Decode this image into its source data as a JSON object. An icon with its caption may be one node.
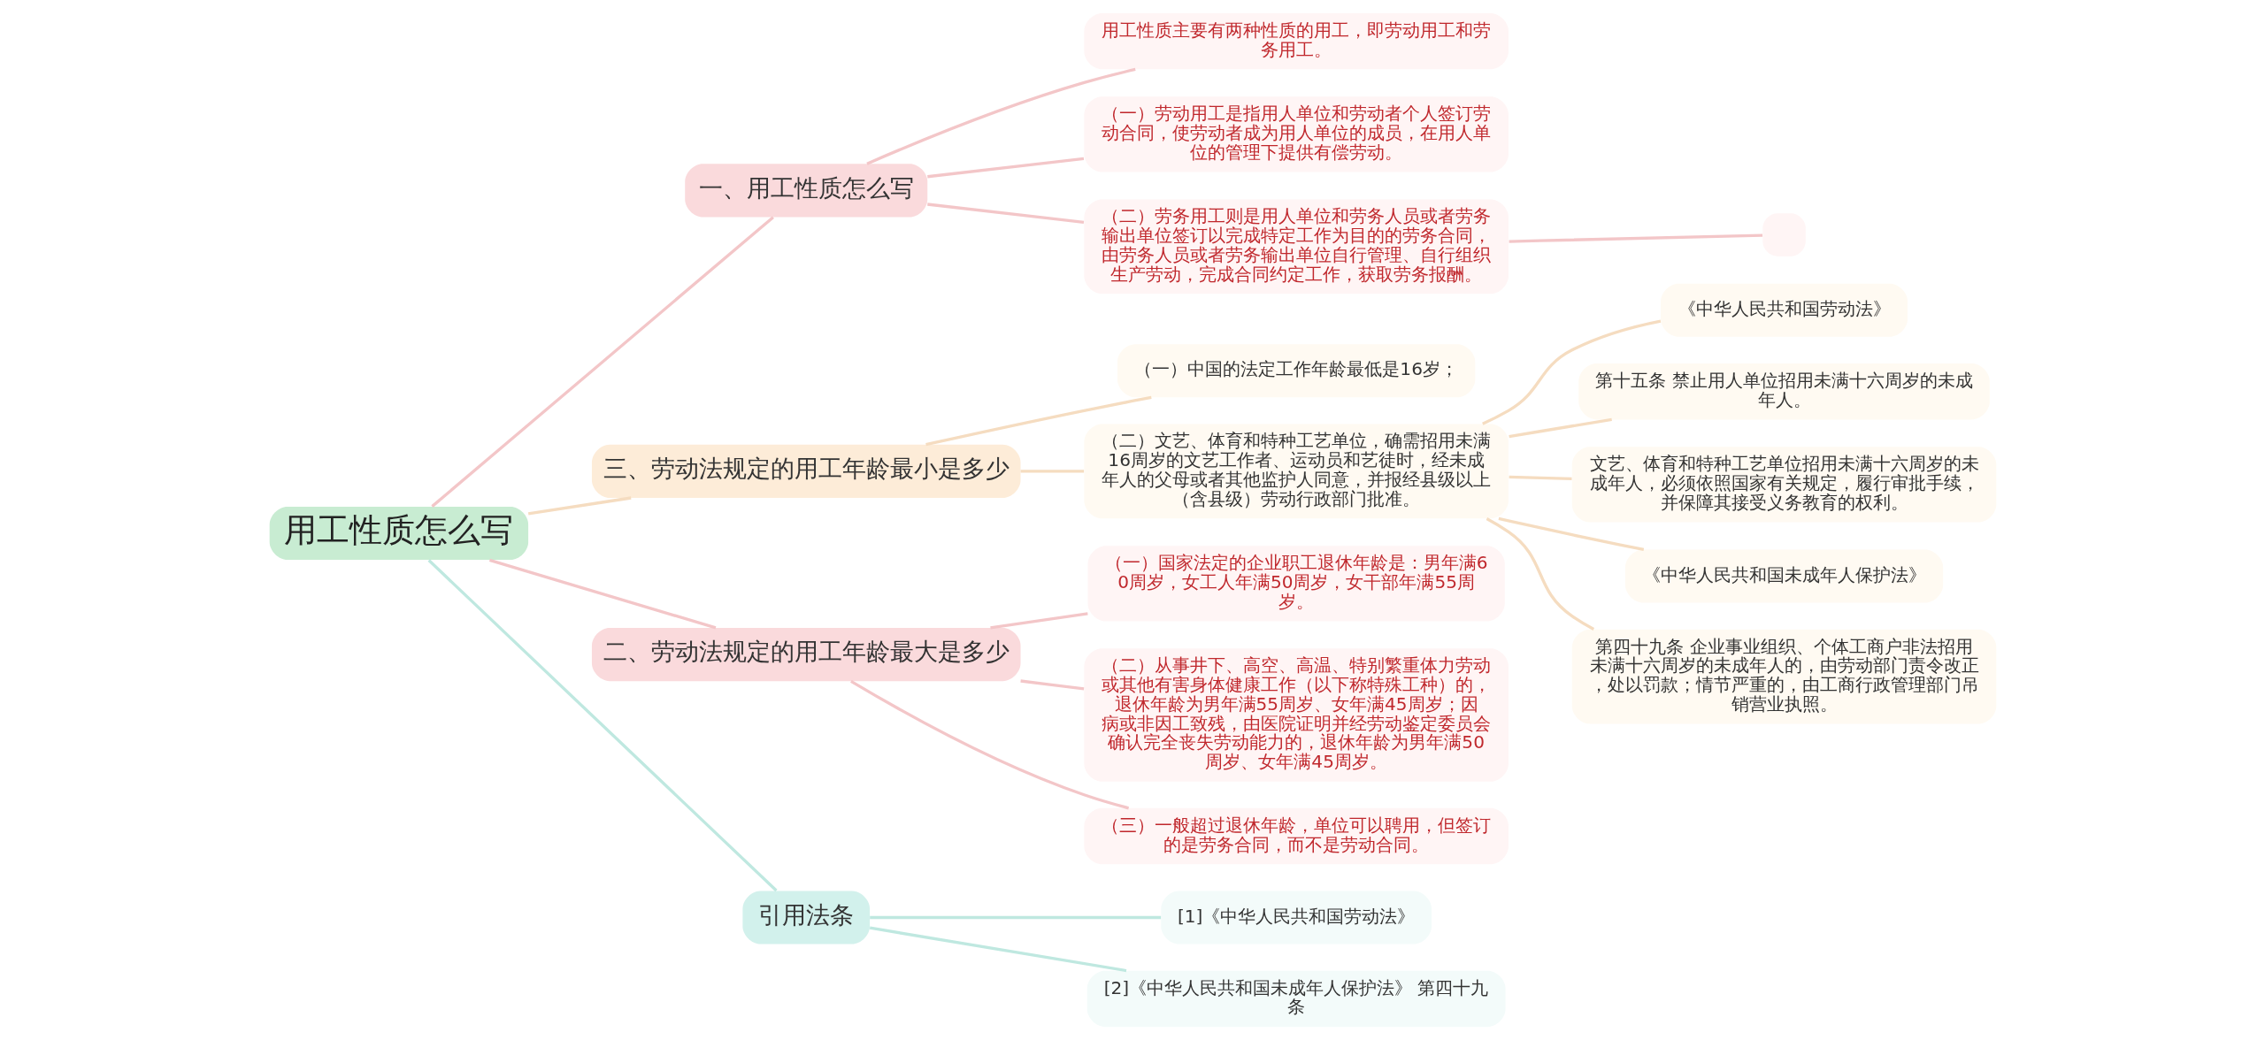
{
  "diagram": {
    "nodes": [
      {
        "text": [
          "用工性质怎么写"
        ]
      },
      {
        "text": [
          "一、用工性质怎么写"
        ]
      },
      {
        "text": [
          "用工性质主要有两种性质的用工，即劳动用工和劳务用工。"
        ]
      },
      {
        "text": [
          "（一）劳动用工是指用人单位和劳动者个人签订劳动合同，使劳动者成为用人单位的成员，在用人单位的管理下提供有偿劳动。"
        ]
      },
      {
        "text": [
          "（二）劳务用工则是用人单位和劳务人员或者劳务输出单位签订以完成特定工作为目的的劳务合同，由劳务人员或者劳务输出单位自行管理、自行组织生产劳动，完成合同约定工作，获取劳务报酬。"
        ]
      },
      {
        "text": [],
        "shape": "box"
      },
      {
        "text": [
          "三、劳动法规定的用工年龄最小是多少"
        ]
      },
      {
        "text": [
          "（一）中国的法定工作年龄最低是16岁；"
        ]
      },
      {
        "text": [
          "（二）文艺、体育和特种工艺单位，确需招用未满16周岁的文艺工作者、运动员和艺徒时，经未成年人的父母或者其他监护人同意，并报经县级以上（含县级）劳动行政部门批准。"
        ]
      },
      {
        "text": [
          "《中华人民共和国劳动法》"
        ]
      },
      {
        "text": [
          "第十五条 禁止用人单位招用未满十六周岁的未成年人。"
        ]
      },
      {
        "text": [
          "文艺、体育和特种工艺单位招用未满十六周岁的未成年人，必须依照国家有关规定，履行审批手续，并保障其接受义务教育的权利。"
        ]
      },
      {
        "text": [
          "《中华人民共和国未成年人保护法》"
        ]
      },
      {
        "text": [
          "第四十九条 企业事业组织、个体工商户非法招用未满十六周岁的未成年人的，由劳动部门责令改正，处以罚款；情节严重的，由工商行政管理部门吊销营业执照。"
        ]
      },
      {
        "text": [
          "二、劳动法规定的用工年龄最大是多少"
        ]
      },
      {
        "text": [
          "（一）国家法定的企业职工退休年龄是：男年满60周岁，女工人年满50周岁，女干部年满55周岁。"
        ]
      },
      {
        "text": [
          "（二）从事井下、高空、高温、特别繁重体力劳动或其他有害身体健康工作（以下称特殊工种）的，退休年龄为男年满55周岁、女年满45周岁；因病或非因工致残，由医院证明并经劳动鉴定委员会确认完全丧失劳动能力的，退休年龄为男年满50周岁、女年满45周岁。"
        ]
      },
      {
        "text": [
          "（三）一般超过退休年龄，单位可以聘用，但签订的是劳务合同，而不是劳动合同。"
        ]
      },
      {
        "text": [
          "引用法条"
        ]
      },
      {
        "text": [
          "[1]《中华人民共和国劳动法》"
        ]
      },
      {
        "text": [
          "[2]《中华人民共和国未成年人保护法》 第四十九条"
        ]
      }
    ],
    "edges": [
      {
        "from": 0,
        "to": 1,
        "arrow": "none"
      },
      {
        "from": 1,
        "to": 2,
        "arrow": "none"
      },
      {
        "from": 1,
        "to": 3,
        "arrow": "none"
      },
      {
        "from": 1,
        "to": 4,
        "arrow": "none"
      },
      {
        "from": 4,
        "to": 5,
        "arrow": "none"
      },
      {
        "from": 0,
        "to": 6,
        "arrow": "none",
        "color": "#f5dcc0"
      },
      {
        "from": 6,
        "to": 7,
        "arrow": "none",
        "color": "#f5dcc0"
      },
      {
        "from": 6,
        "to": 8,
        "arrow": "none",
        "color": "#f5dcc0"
      },
      {
        "from": 8,
        "to": 9,
        "arrow": "none",
        "color": "#f5dcc0"
      },
      {
        "from": 8,
        "to": 10,
        "arrow": "none",
        "color": "#f5dcc0"
      },
      {
        "from": 8,
        "to": 11,
        "arrow": "none",
        "color": "#f5dcc0"
      },
      {
        "from": 8,
        "to": 12,
        "arrow": "none",
        "color": "#f5dcc0"
      },
      {
        "from": 8,
        "to": 13,
        "arrow": "none",
        "color": "#f5dcc0"
      },
      {
        "from": 0,
        "to": 14,
        "arrow": "none"
      },
      {
        "from": 14,
        "to": 15,
        "arrow": "none"
      },
      {
        "from": 14,
        "to": 16,
        "arrow": "none"
      },
      {
        "from": 14,
        "to": 17,
        "arrow": "none"
      },
      {
        "from": 0,
        "to": 18,
        "arrow": "none",
        "color": "#bfe8e0"
      },
      {
        "from": 18,
        "to": 19,
        "arrow": "none",
        "color": "#bfe8e0"
      },
      {
        "from": 18,
        "to": 20,
        "arrow": "none",
        "color": "#bfe8e0"
      }
    ]
  }
}
